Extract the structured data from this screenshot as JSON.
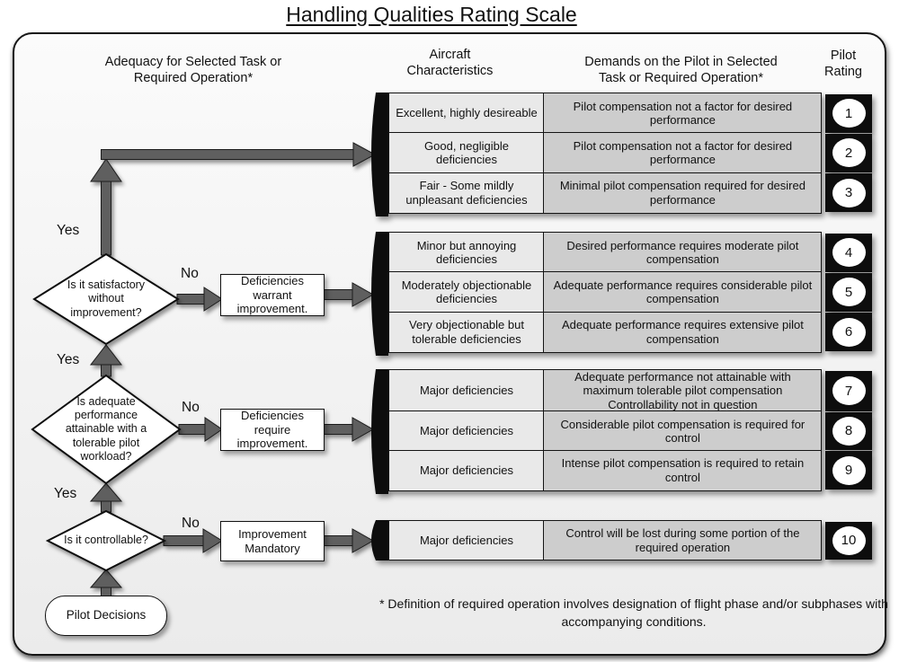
{
  "title": "Handling Qualities Rating Scale",
  "headers": {
    "adequacy": "Adequacy for Selected Task or Required  Operation*",
    "aircraft": "Aircraft Characteristics",
    "demands": "Demands on the Pilot in Selected Task or Required Operation*",
    "rating": "Pilot Rating"
  },
  "flowchart": {
    "yes_label": "Yes",
    "no_label": "No",
    "diamond1": "Is it satisfactory without improvement?",
    "diamond2": "Is adequate performance attainable with a tolerable pilot workload?",
    "diamond3": "Is it controllable?",
    "box1": "Deficiencies warrant improvement.",
    "box2": "Deficiencies require improvement.",
    "box3": "Improvement Mandatory",
    "terminal": "Pilot Decisions"
  },
  "table": {
    "groups": [
      {
        "rows": [
          {
            "characteristics": "Excellent, highly desireable",
            "demands": "Pilot compensation not a factor for desired performance",
            "rating": "1"
          },
          {
            "characteristics": "Good, negligible deficiencies",
            "demands": "Pilot compensation not a factor for desired performance",
            "rating": "2"
          },
          {
            "characteristics": "Fair - Some mildly unpleasant deficiencies",
            "demands": "Minimal pilot compensation required for desired performance",
            "rating": "3"
          }
        ]
      },
      {
        "rows": [
          {
            "characteristics": "Minor but annoying deficiencies",
            "demands": "Desired performance requires moderate pilot compensation",
            "rating": "4"
          },
          {
            "characteristics": "Moderately objectionable deficiencies",
            "demands": "Adequate performance requires considerable pilot compensation",
            "rating": "5"
          },
          {
            "characteristics": "Very objectionable but tolerable deficiencies",
            "demands": "Adequate performance requires extensive pilot compensation",
            "rating": "6"
          }
        ]
      },
      {
        "rows": [
          {
            "characteristics": "Major deficiencies",
            "demands": "Adequate performance not attainable with maximum tolerable pilot compensation Controllability not in question",
            "rating": "7"
          },
          {
            "characteristics": "Major deficiencies",
            "demands": "Considerable pilot compensation is required for control",
            "rating": "8"
          },
          {
            "characteristics": "Major deficiencies",
            "demands": "Intense pilot compensation is required to retain control",
            "rating": "9"
          }
        ]
      },
      {
        "rows": [
          {
            "characteristics": "Major deficiencies",
            "demands": "Control will be lost during some portion of the required operation",
            "rating": "10"
          }
        ]
      }
    ]
  },
  "footnote": "* Definition of required operation involves designation of flight phase and/or subphases with accompanying conditions.",
  "colors": {
    "cell_characteristics": "#e9e9e9",
    "cell_demands": "#cdcdcd",
    "band_black": "#0d0d0d",
    "arrow_gray": "#5f5f5f",
    "panel_background": "#f2f2f2"
  }
}
